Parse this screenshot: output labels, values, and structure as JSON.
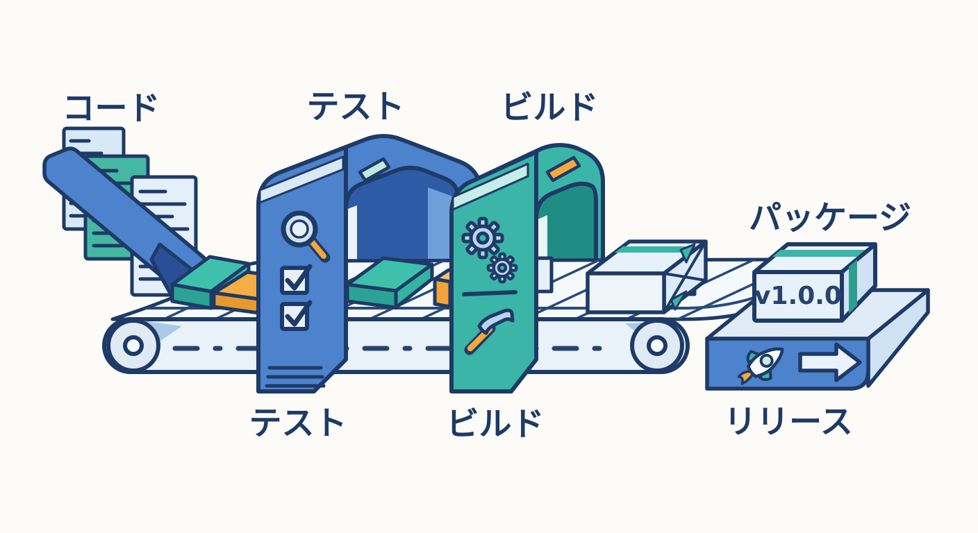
{
  "diagram": {
    "type": "ci-cd-pipeline-illustration",
    "stages": [
      {
        "id": "code",
        "label": "コード"
      },
      {
        "id": "test",
        "label": "テスト"
      },
      {
        "id": "build",
        "label": "ビルド"
      },
      {
        "id": "package",
        "label": "パッケージ"
      },
      {
        "id": "release",
        "label": "リリース"
      }
    ],
    "package_box": {
      "version": "v1.0.0"
    },
    "icons": [
      "document-icon",
      "magnifier-icon",
      "checkbox-icon",
      "gear-icon",
      "hammer-icon",
      "rocket-icon",
      "arrow-right-icon"
    ],
    "colors": {
      "background": "#fcfbf8",
      "outline_navy": "#1e3a66",
      "accent_blue": "#4d82cc",
      "accent_teal": "#3ab5a8",
      "light_blue": "#dcebf7",
      "accent_orange": "#f3a73f",
      "interior_blue": "#2e5ba6",
      "interior_teal": "#1f8d84"
    }
  }
}
